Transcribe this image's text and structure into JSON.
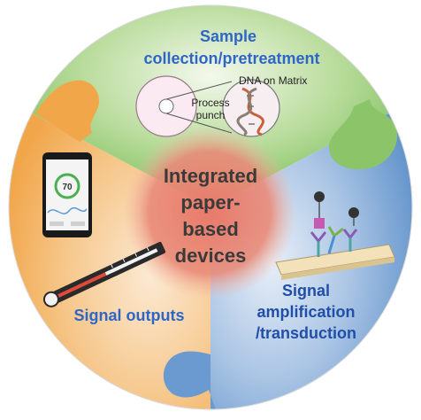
{
  "segments": {
    "top": {
      "title_line1": "Sample",
      "title_line2": "collection/pretreatment",
      "matrix_label": "DNA on Matrix",
      "punch_line1": "Process",
      "punch_line2": "punch",
      "color": "#7cbf5b",
      "text_color": "#2e66c8"
    },
    "left": {
      "title": "Signal outputs",
      "color": "#f1a64a",
      "text_color": "#2e66c8",
      "phone_reading": "70"
    },
    "right": {
      "title_line1": "Signal",
      "title_line2": "amplification",
      "title_line3": "/transduction",
      "color": "#5b8ec8",
      "text_color": "#1f4fa8"
    }
  },
  "center": {
    "line1": "Integrated",
    "line2": "paper-",
    "line3": "based",
    "line4": "devices",
    "color": "#e4685a",
    "text_color": "#3a3a3a"
  }
}
